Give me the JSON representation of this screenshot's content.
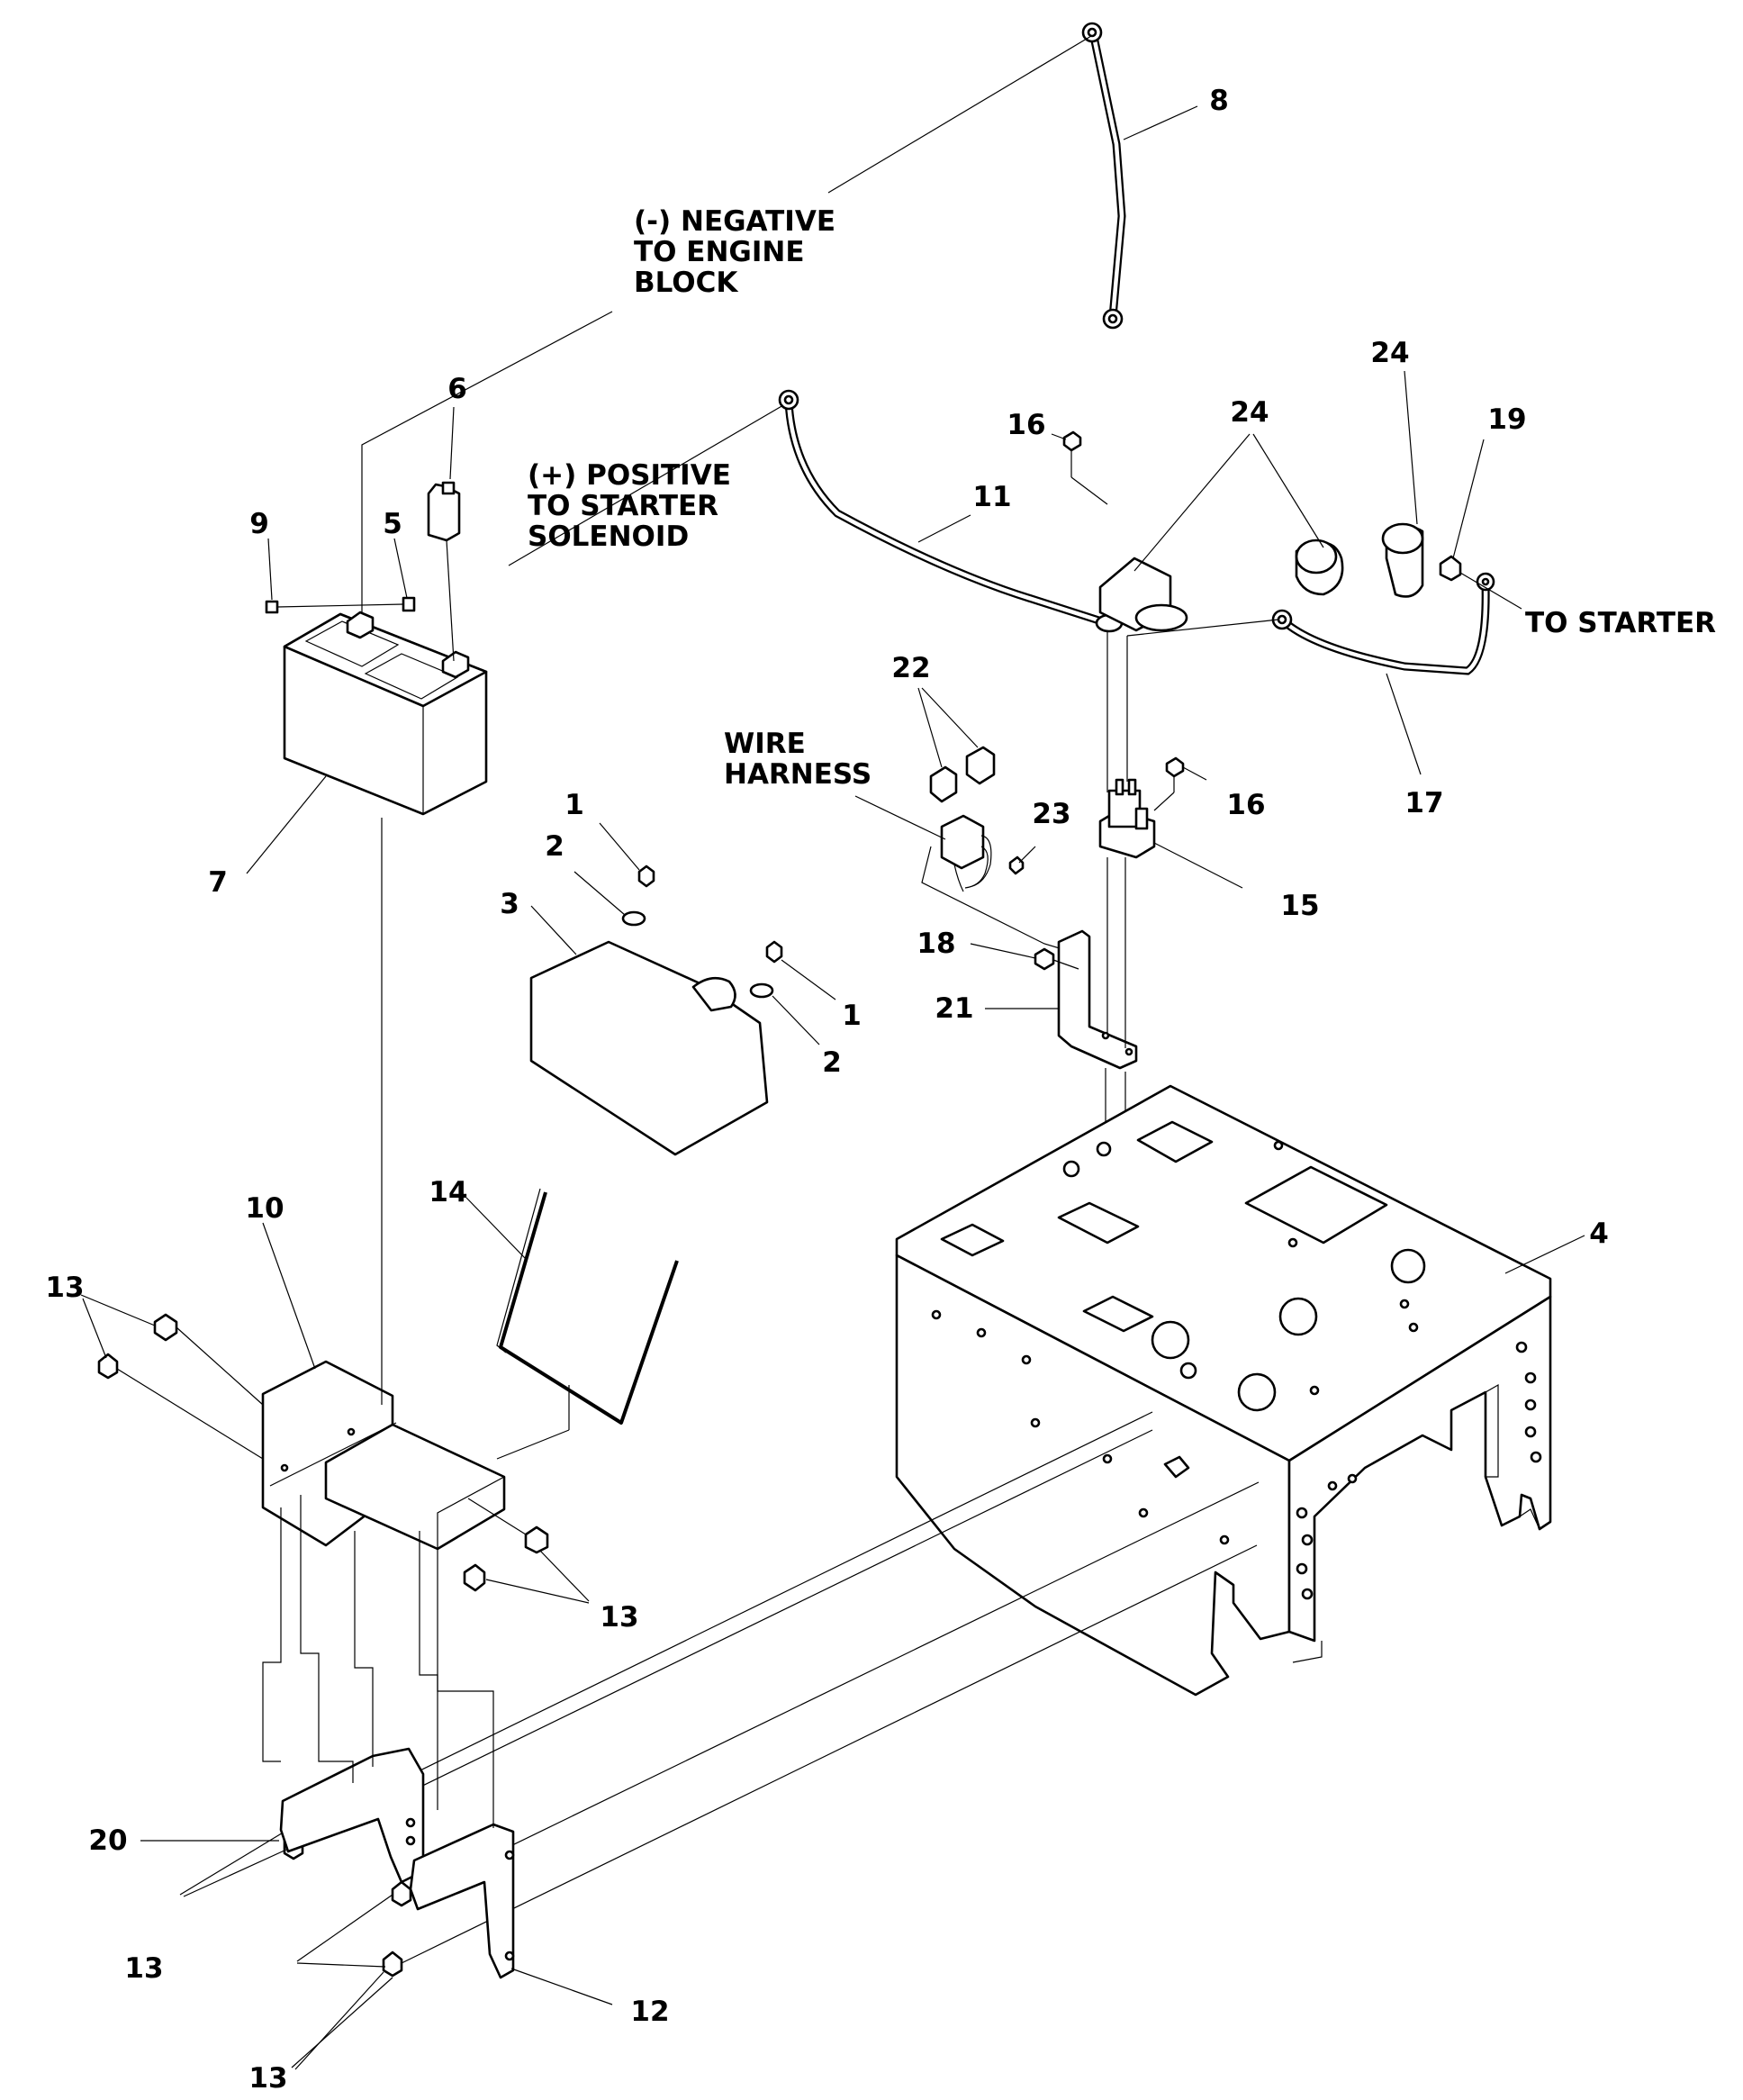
{
  "callouts": {
    "negative": [
      "(-) NEGATIVE",
      "TO ENGINE",
      "BLOCK"
    ],
    "positive": [
      "(+) POSITIVE",
      "TO STARTER",
      "SOLENOID"
    ],
    "wire_harness": [
      "WIRE",
      "HARNESS"
    ],
    "to_starter": "TO STARTER"
  },
  "part_numbers": {
    "p1a": "1",
    "p1b": "1",
    "p2a": "2",
    "p2b": "2",
    "p3": "3",
    "p4": "4",
    "p5": "5",
    "p6": "6",
    "p7": "7",
    "p8": "8",
    "p9": "9",
    "p10": "10",
    "p11": "11",
    "p12": "12",
    "p13a": "13",
    "p13b": "13",
    "p13c": "13",
    "p13d": "13",
    "p14": "14",
    "p15": "15",
    "p16a": "16",
    "p16b": "16",
    "p17": "17",
    "p18": "18",
    "p19": "19",
    "p20": "20",
    "p21": "21",
    "p22": "22",
    "p23": "23",
    "p24a": "24",
    "p24b": "24"
  }
}
